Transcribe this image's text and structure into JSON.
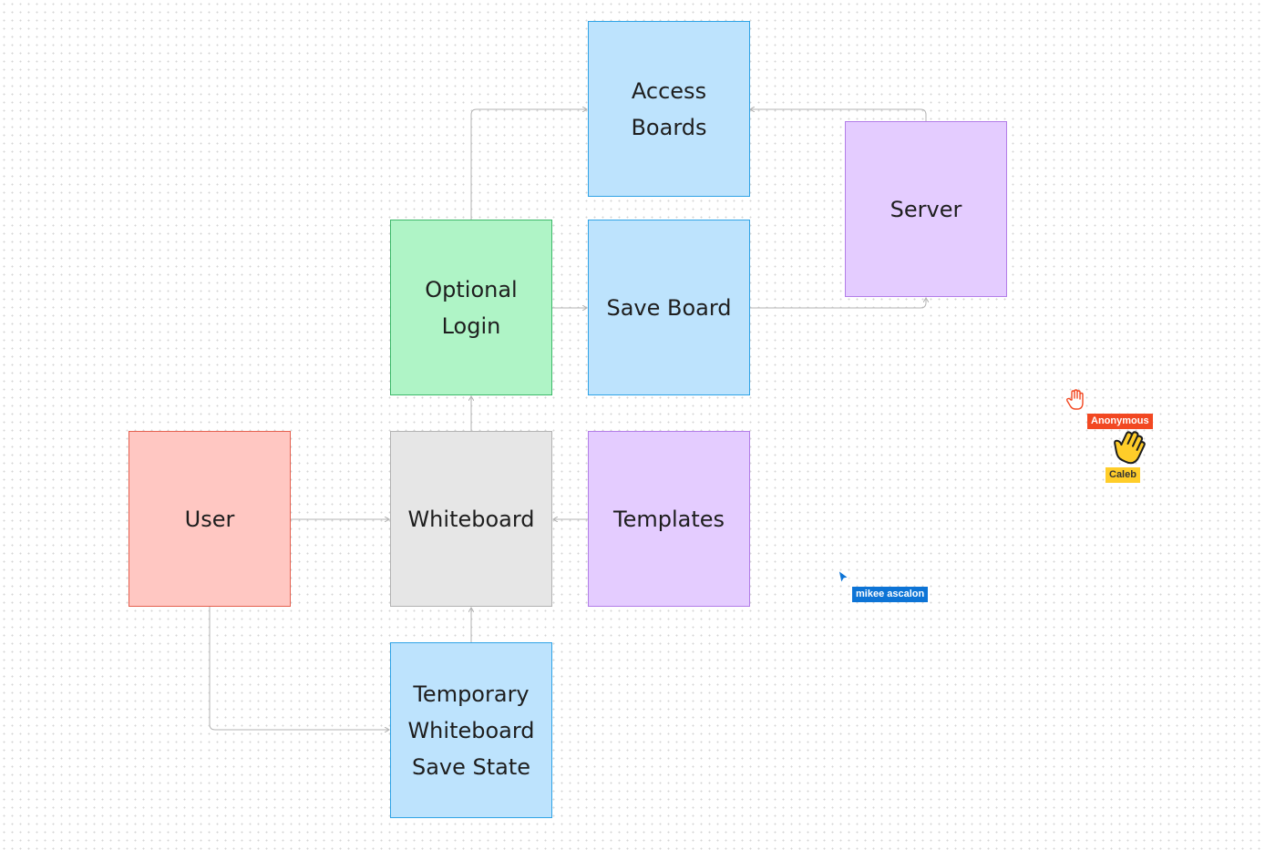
{
  "canvas": {
    "background": "#ffffff",
    "grid_dot_color": "#d4d4d4",
    "connector_color": "#b3b3b3"
  },
  "notes": {
    "access_boards": {
      "label": "Access\nBoards",
      "color": "#bde3fd"
    },
    "server": {
      "label": "Server",
      "color": "#e4ccff"
    },
    "optional_login": {
      "label": "Optional\nLogin",
      "color": "#aff4c6"
    },
    "save_board": {
      "label": "Save Board",
      "color": "#bde3fd"
    },
    "user": {
      "label": "User",
      "color": "#ffc7c2"
    },
    "whiteboard": {
      "label": "Whiteboard",
      "color": "#e6e6e6"
    },
    "templates": {
      "label": "Templates",
      "color": "#e4ccff"
    },
    "temporary_save_state": {
      "label": "Temporary\nWhiteboard\nSave State",
      "color": "#bde3fd"
    }
  },
  "connectors": [
    {
      "from": "User",
      "to": "Whiteboard"
    },
    {
      "from": "User",
      "to": "Temporary Whiteboard Save State"
    },
    {
      "from": "Temporary Whiteboard Save State",
      "to": "Whiteboard"
    },
    {
      "from": "Templates",
      "to": "Whiteboard"
    },
    {
      "from": "Whiteboard",
      "to": "Optional Login"
    },
    {
      "from": "Optional Login",
      "to": "Save Board"
    },
    {
      "from": "Optional Login",
      "to": "Access Boards"
    },
    {
      "from": "Save Board",
      "to": "Server"
    },
    {
      "from": "Server",
      "to": "Access Boards"
    }
  ],
  "collaborators": [
    {
      "name": "mikee ascalon",
      "color": "#0d74d6",
      "icon": "arrow-cursor-icon"
    },
    {
      "name": "Anonymous",
      "color": "#f24822",
      "icon": "hand-cursor-icon"
    },
    {
      "name": "Caleb",
      "color": "#ffcd29",
      "icon": "wave-hand-icon"
    }
  ]
}
